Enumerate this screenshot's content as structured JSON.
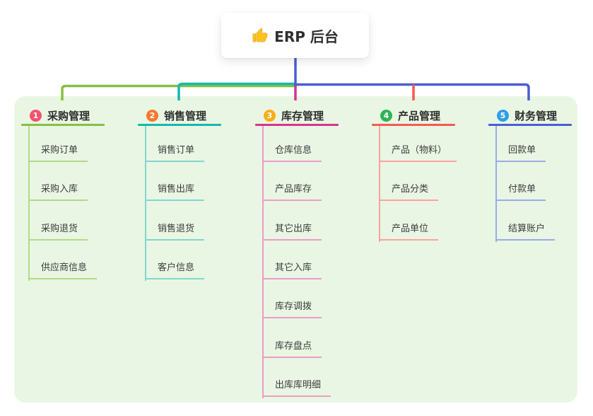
{
  "root": {
    "title": "ERP 后台",
    "icon": "thumbs-up-icon"
  },
  "canvas": {
    "background": "#ffffff",
    "panel_color": "#e9f6e3"
  },
  "connector": {
    "root_drop_color": "#4a5ed1"
  },
  "branches": [
    {
      "number": "1",
      "label": "采购管理",
      "badge_color": "#f4516f",
      "line_color": "#85c042",
      "sub_line_color": "#b3d98b",
      "items": [
        "采购订单",
        "采购入库",
        "采购退货",
        "供应商信息"
      ]
    },
    {
      "number": "2",
      "label": "销售管理",
      "badge_color": "#f57a2d",
      "line_color": "#16b9ae",
      "sub_line_color": "#82d6cf",
      "items": [
        "销售订单",
        "销售出库",
        "销售退货",
        "客户信息"
      ]
    },
    {
      "number": "3",
      "label": "库存管理",
      "badge_color": "#fbad15",
      "line_color": "#d5358f",
      "sub_line_color": "#ec9cc7",
      "items": [
        "仓库信息",
        "产品库存",
        "其它出库",
        "其它入库",
        "库存调拨",
        "库存盘点",
        "出库库明细"
      ]
    },
    {
      "number": "4",
      "label": "产品管理",
      "badge_color": "#2fb356",
      "line_color": "#f65a50",
      "sub_line_color": "#faa39d",
      "items": [
        "产品（物料）",
        "产品分类",
        "产品单位"
      ]
    },
    {
      "number": "5",
      "label": "财务管理",
      "badge_color": "#2f9fe6",
      "line_color": "#4a5ed1",
      "sub_line_color": "#9caae8",
      "items": [
        "回款单",
        "付款单",
        "结算账户"
      ]
    }
  ]
}
